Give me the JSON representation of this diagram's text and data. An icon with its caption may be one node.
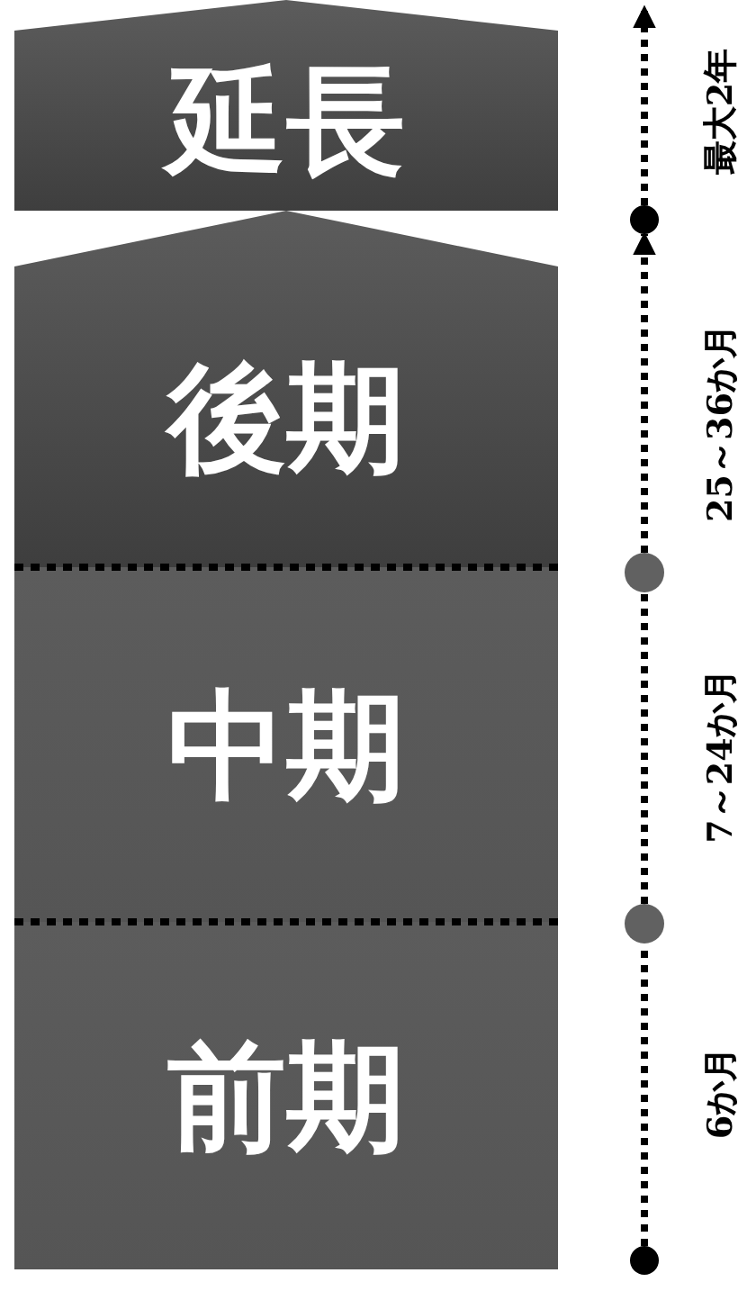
{
  "diagram": {
    "nodes": [
      {
        "text": [
          "延長"
        ]
      },
      {
        "text": [
          "後期"
        ]
      },
      {
        "text": [
          "中期"
        ]
      },
      {
        "text": [
          "前期"
        ]
      },
      {
        "text": [],
        "shape": "circle"
      },
      {
        "text": [],
        "shape": "circle"
      },
      {
        "text": [],
        "shape": "circle"
      },
      {
        "text": [],
        "shape": "circle"
      }
    ],
    "edges": [
      {
        "from": 7,
        "to": 6,
        "arrow": "none",
        "label": "6か月",
        "style": "dashed"
      },
      {
        "from": 6,
        "to": 5,
        "arrow": "none",
        "label": "7～24か月",
        "style": "dashed"
      },
      {
        "from": 5,
        "to": 4,
        "arrow": "to",
        "label": "25～36か月",
        "style": "dashed"
      },
      {
        "from": 4,
        "to": null,
        "arrow": "to",
        "label": "最大2年",
        "style": "dashed"
      }
    ]
  }
}
